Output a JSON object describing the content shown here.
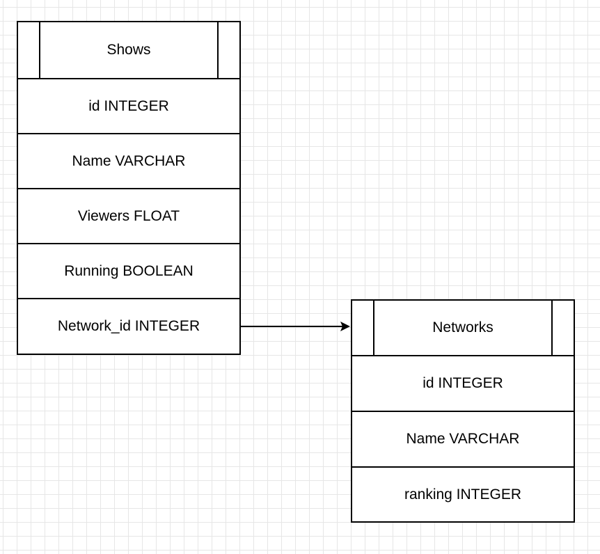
{
  "shows": {
    "title": "Shows",
    "fields": [
      "id INTEGER",
      "Name VARCHAR",
      "Viewers FLOAT",
      "Running BOOLEAN",
      "Network_id INTEGER"
    ]
  },
  "networks": {
    "title": "Networks",
    "fields": [
      "id INTEGER",
      "Name VARCHAR",
      "ranking INTEGER"
    ]
  },
  "colors": {
    "stroke": "#000000",
    "grid": "#e6e6e6",
    "background": "#ffffff"
  }
}
